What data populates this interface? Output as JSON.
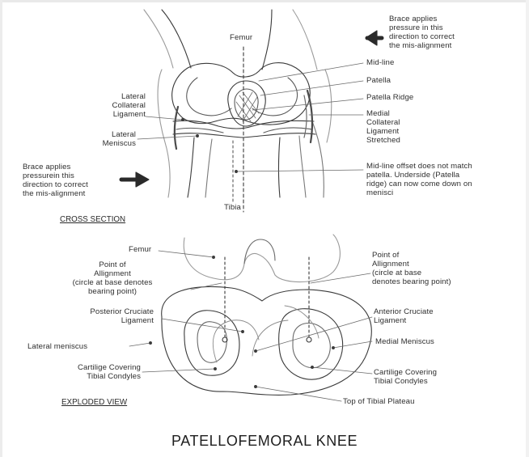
{
  "title": "PATELLOFEMORAL KNEE",
  "cross_section": {
    "heading": "CROSS SECTION",
    "labels": {
      "femur": "Femur",
      "tibia": "Tibia",
      "brace_top": "Brace applies\npressure in this\ndirection to correct\nthe mis-alignment",
      "brace_left": "Brace applies\npressurein this\ndirection to correct\nthe mis-alignment",
      "midline": "Mid-line",
      "patella": "Patella",
      "patella_ridge": "Patella Ridge",
      "lateral_collateral": "Lateral\nCollateral\nLigament",
      "lateral_meniscus": "Lateral\nMeniscus",
      "medial_collateral": "Medial\nCollateral\nLigament\nStretched",
      "midline_offset": "Mid-line offset does not match\npatella. Underside (Patella\nridge) can now come down on\nmenisci"
    }
  },
  "exploded_view": {
    "heading": "EXPLODED VIEW",
    "labels": {
      "femur": "Femur",
      "point_left": "Point of\nAllignment\n(circle at base denotes\nbearing point)",
      "point_right": "Point of\nAllignment\n(circle at base\ndenotes bearing point)",
      "posterior_cruciate": "Posterior Cruciate\nLigament",
      "anterior_cruciate": "Anterior Cruciate\nLigament",
      "lateral_meniscus": "Lateral meniscus",
      "medial_meniscus": "Medial Meniscus",
      "cartilage_left": "Cartilige Covering\nTibial Condyles",
      "cartilage_right": "Cartilige Covering\nTibial Condyles",
      "tibial_plateau": "Top of Tibial Plateau"
    }
  }
}
